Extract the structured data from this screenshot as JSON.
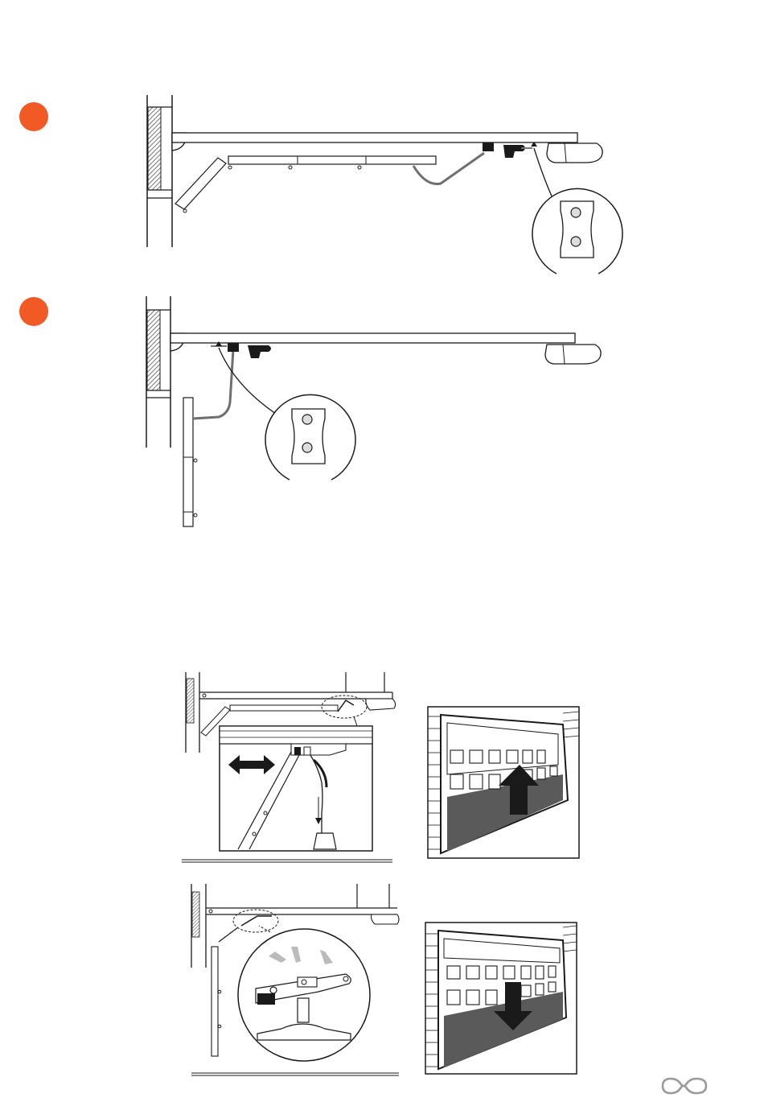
{
  "colors": {
    "step_marker": "#f15a24",
    "line": "#1a1a1a",
    "cable": "#6f6f6f",
    "door_dark": "#5a5a5a",
    "hatch": "#777777"
  },
  "icons": {
    "step_1": "step-marker-circle",
    "step_2": "step-marker-circle",
    "logo": "brand-logo-mark",
    "arrow_both": "double-headed-arrow-icon",
    "arrow_up": "up-arrow-icon",
    "arrow_down": "down-arrow-icon"
  }
}
